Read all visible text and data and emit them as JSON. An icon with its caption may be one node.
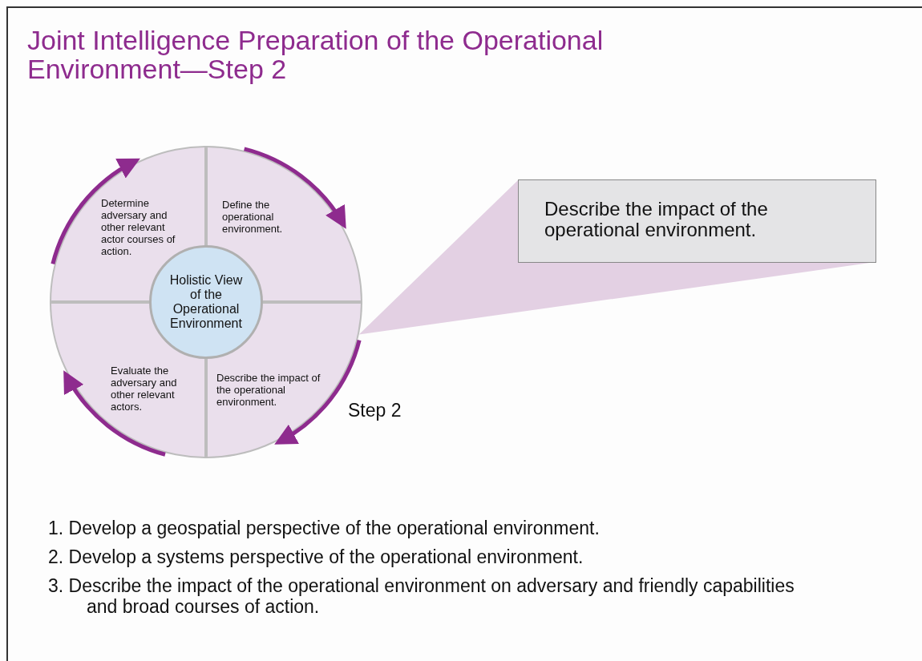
{
  "diagram": {
    "title": "Joint Intelligence Preparation of the Operational Environment—Step 2",
    "nodes": [
      {
        "text": [
          "Determine adversary and other relevant actor courses of action."
        ]
      },
      {
        "text": [
          "Define the operational environment."
        ]
      },
      {
        "text": [
          "Holistic View of the Operational Environment"
        ]
      },
      {
        "text": [
          "Evaluate the adversary and other relevant actors."
        ]
      },
      {
        "text": [
          "Describe the impact of the operational environment."
        ],
        "beside": [
          "Step 2"
        ]
      },
      {
        "text": [
          "Describe the impact of the operational environment."
        ]
      }
    ],
    "edges": [
      {
        "from": 4,
        "to": 5,
        "arrow": "none"
      }
    ],
    "labels": [
      "1. Develop a geospatial perspective of the operational environment.",
      "2. Develop a systems perspective of the operational environment.",
      "3. Describe the impact of the operational environment on adversary and friendly capabilities and broad courses of action."
    ]
  }
}
